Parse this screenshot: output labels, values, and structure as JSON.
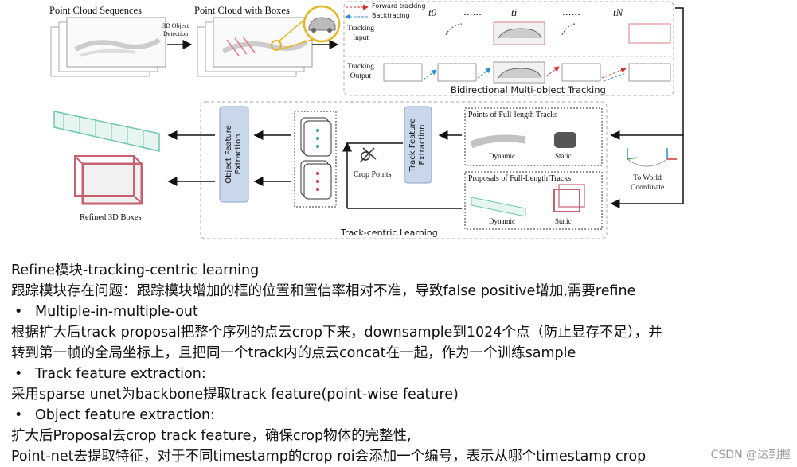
{
  "figure": {
    "panel_titles": {
      "sequences": "Point Cloud Sequences",
      "boxes": "Point Cloud with Boxes"
    },
    "detection_label": "3D Object\nDetection",
    "legend": {
      "forward": "Forward tracking",
      "backward": "Backtracing"
    },
    "timesteps": [
      "t0",
      "......",
      "ti",
      "......",
      "tN"
    ],
    "tracking_input": "Tracking\nInput",
    "tracking_output": "Tracking\nOutput",
    "bidirectional_caption": "Bidirectional Multi-object Tracking",
    "points_box_title": "Points of Full-length Tracks",
    "proposals_box_title": "Proposals of Full-Length Tracks",
    "dynamic": "Dynamic",
    "static": "Static",
    "to_world": "To World\nCoordinate",
    "track_feature": "Track Feature\nExtraction",
    "object_feature": "Object Feature\nExtraction",
    "crop_points": "Crop Points",
    "refined_boxes": "Refined 3D Boxes",
    "track_centric": "Track-centric Learning"
  },
  "notes": [
    {
      "bullet": false,
      "text": "Refine模块-tracking-centric learning"
    },
    {
      "bullet": false,
      "text": "跟踪模块存在问题：跟踪模块增加的框的位置和置信率相对不准，导致false positive增加,需要refine"
    },
    {
      "bullet": true,
      "text": "Multiple-in-multiple-out"
    },
    {
      "bullet": false,
      "text": "根据扩大后track proposal把整个序列的点云crop下来，downsample到1024个点（防止显存不足），并"
    },
    {
      "bullet": false,
      "text": "转到第一帧的全局坐标上，且把同一个track内的点云concat在一起，作为一个训练sample"
    },
    {
      "bullet": true,
      "text": "Track feature extraction:"
    },
    {
      "bullet": false,
      "text": "采用sparse unet为backbone提取track feature(point-wise feature)"
    },
    {
      "bullet": true,
      "text": "Object feature extraction:"
    },
    {
      "bullet": false,
      "text": "扩大后Proposal去crop track feature，确保crop物体的完整性,"
    },
    {
      "bullet": false,
      "text": "Point-net去提取特征，对于不同timestamp的crop roi会添加一个编号，表示从哪个timestamp crop"
    }
  ],
  "watermark": "CSDN @达到握",
  "colors": {
    "forward": "#d9302b",
    "backward": "#2f8fd6",
    "module_fill": "#c9d7ea",
    "module_stroke": "#8aa2c4",
    "green_box": "#6fc7ae",
    "pink_box": "#c8606f",
    "lens": "#e7b624"
  }
}
